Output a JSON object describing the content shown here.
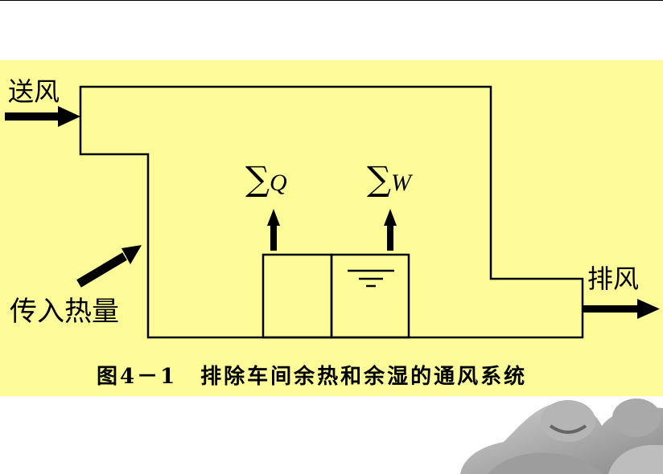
{
  "diagram": {
    "labels": {
      "supply_air": "送风",
      "exhaust_air": "排风",
      "heat_input": "传入热量",
      "sum_symbol": "∑",
      "heat_var": "Q",
      "moisture_var": "W"
    },
    "caption": "图4－1　排除车间余热和余湿的通风系统"
  },
  "colors": {
    "panel_background": "#fdfc99",
    "line": "#000000"
  },
  "decor": {
    "photo": "smiling-people-photo"
  }
}
